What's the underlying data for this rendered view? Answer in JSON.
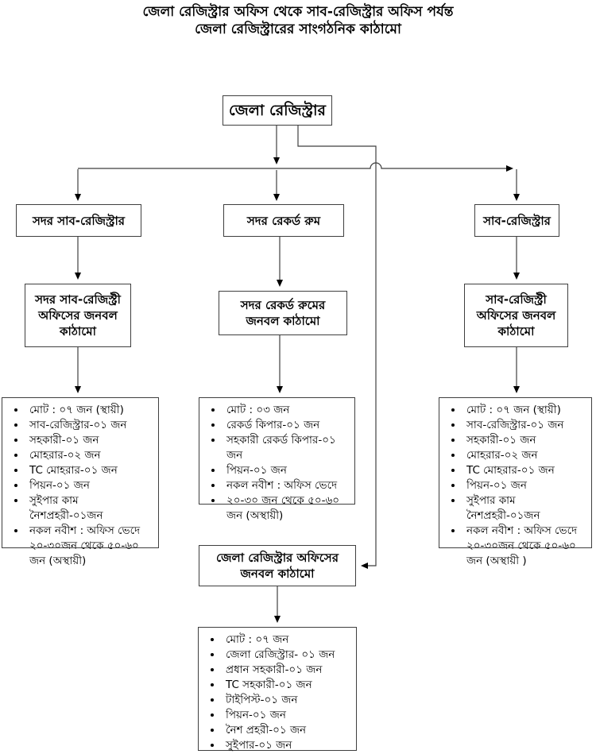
{
  "title": {
    "line1": "জেলা রেজিস্ট্রার অফিস থেকে সাব-রেজিস্ট্রার অফিস পর্যন্ত",
    "line2": "জেলা রেজিস্ট্রারের সাংগঠনিক কাঠামো"
  },
  "nodes": {
    "root": {
      "label": "জেলা রেজিস্ট্রার"
    },
    "sadar_sub_registrar": {
      "label": "সদর সাব-রেজিস্ট্রার"
    },
    "sadar_record_room": {
      "label": "সদর রেকর্ড রুম"
    },
    "sub_registrar": {
      "label": "সাব-রেজিস্ট্রার"
    },
    "sadar_sub_registry_office_staff": {
      "label": "সদর সাব-রেজিস্ট্রী অফিসের জনবল কাঠামো"
    },
    "sadar_record_room_staff": {
      "label": "সদর রেকর্ড রুমের জনবল কাঠামো"
    },
    "sub_registry_office_staff": {
      "label": "সাব-রেজিস্ট্রী অফিসের জনবল কাঠামো"
    },
    "district_registrar_office_staff": {
      "label": "জেলা রেজিস্ট্রার অফিসের জনবল কাঠামো"
    }
  },
  "lists": {
    "sadar_sub_registry": {
      "items": [
        "মোট : ০৭ জন (স্থায়ী)",
        "সাব-রেজিস্ট্রার-০১ জন",
        "সহকারী-০১ জন",
        "মোহরার-০২ জন",
        "TC মোহরার-০১ জন",
        "পিয়ন-০১ জন",
        "সুইপার কাম নৈশপ্রহরী-০১জন",
        "নকল নবীশ : অফিস ভেদে ২০-৩০জন থেকে ৫০-৬০ জন (অস্থায়ী)"
      ]
    },
    "sadar_record_room": {
      "items": [
        "মোট : ০৩ জন",
        "রেকর্ড কিপার-০১ জন",
        "সহকারী রেকর্ড কিপার-০১ জন",
        "পিয়ন-০১ জন",
        "নকল নবীশ : অফিস ভেদে",
        "২০-৩০ জন থেকে ৫০-৬০ জন (অস্থায়ী)"
      ]
    },
    "sub_registry": {
      "items": [
        "মোট : ০৭ জন (স্থায়ী)",
        "সাব-রেজিস্ট্রার-০১ জন",
        "সহকারী-০১ জন",
        "মোহরার-০২ জন",
        "TC মোহরার-০১ জন",
        "পিয়ন-০১ জন",
        "সুইপার কাম নৈশপ্রহরী-০১জন",
        "নকল নবীশ : অফিস ভেদে ২০-৩০জন থেকে ৫০-৬০ জন (অস্থায়ী )"
      ]
    },
    "district_registrar_office": {
      "items": [
        "মোট : ০৭ জন",
        "জেলা রেজিস্ট্রার- ০১ জন",
        "প্রধান সহকারী-০১ জন",
        "TC সহকারী-০১ জন",
        "টাইপিস্ট-০১ জন",
        "পিয়ন-০১ জন",
        "নৈশ প্রহরী-০১ জন",
        "সুইপার-০১ জন"
      ]
    }
  },
  "colors": {
    "background": "#ffffff",
    "line": "#3f3f3f",
    "text": "#000000"
  }
}
